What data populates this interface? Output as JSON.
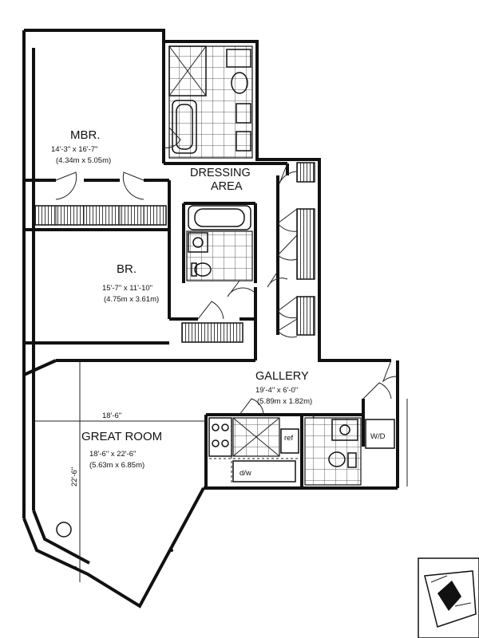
{
  "rooms": {
    "mbr": {
      "name": "MBR.",
      "dim_imperial": "14'-3\" x 16'-7\"",
      "dim_metric": "(4.34m x 5.05m)"
    },
    "dressing": {
      "name_line1": "DRESSING",
      "name_line2": "AREA"
    },
    "br": {
      "name": "BR.",
      "dim_imperial": "15'-7\" x 11'-10\"",
      "dim_metric": "(4.75m x 3.61m)"
    },
    "gallery": {
      "name": "GALLERY",
      "dim_imperial": "19'-4\" x 6'-0\"",
      "dim_metric": "(5.89m x 1.82m)"
    },
    "great_room": {
      "name": "GREAT ROOM",
      "dim_imperial": "18'-6\" x 22'-6\"",
      "dim_metric": "(5.63m x 6.85m)"
    }
  },
  "dimensions": {
    "width_line": "18'-6\"",
    "height_line": "22'-6\""
  },
  "fixtures": {
    "ref": "ref",
    "dw": "d/w",
    "wd": "W/D"
  }
}
